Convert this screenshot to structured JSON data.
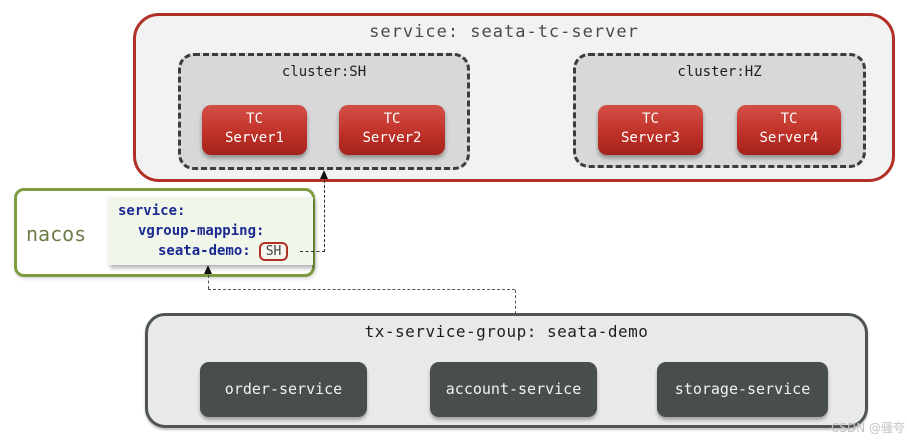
{
  "service_box": {
    "title": "service: seata-tc-server",
    "clusters": [
      {
        "label": "cluster:SH",
        "servers": [
          {
            "line1": "TC",
            "line2": "Server1"
          },
          {
            "line1": "TC",
            "line2": "Server2"
          }
        ]
      },
      {
        "label": "cluster:HZ",
        "servers": [
          {
            "line1": "TC",
            "line2": "Server3"
          },
          {
            "line1": "TC",
            "line2": "Server4"
          }
        ]
      }
    ]
  },
  "nacos": {
    "label": "nacos",
    "config": {
      "line1": "service:",
      "line2": "vgroup-mapping:",
      "line3_key": "seata-demo:",
      "line3_value": "SH"
    }
  },
  "tx_group": {
    "title": "tx-service-group: seata-demo",
    "services": [
      "order-service",
      "account-service",
      "storage-service"
    ]
  },
  "watermark": "CSDN @骚夸",
  "colors": {
    "red_accent": "#b22f25",
    "green_accent": "#7d9b3f",
    "node_dark": "#474e4c",
    "code_blue": "#1b2a91",
    "cluster_bg": "#d8d8d8",
    "panel_bg": "#f1f6eb"
  }
}
